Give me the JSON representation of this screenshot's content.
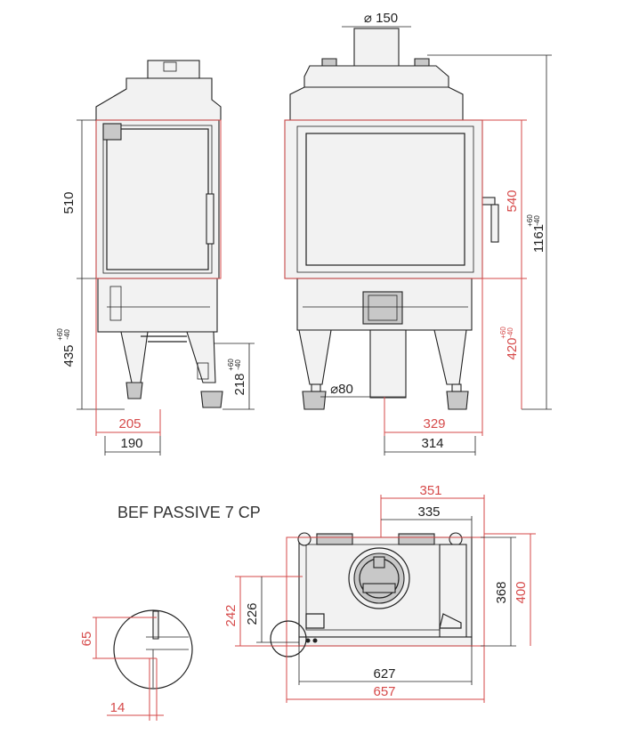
{
  "drawing": {
    "title": "BEF PASSIVE 7 CP",
    "colors": {
      "red": "#d64a4a",
      "black": "#222222"
    },
    "dimensions": {
      "flue_diameter": "150",
      "air_inlet_diameter": "80",
      "side_height": "510",
      "side_base_height": "435",
      "side_base_tol_plus": "+60",
      "side_base_tol_minus": "-40",
      "side_leg_height": "218",
      "side_leg_tol_plus": "+60",
      "side_leg_tol_minus": "-40",
      "side_width_red": "205",
      "side_width": "190",
      "front_glass_height": "540",
      "total_height": "1161",
      "total_tol_plus": "+60",
      "total_tol_minus": "-40",
      "front_base_height": "420",
      "front_base_tol_plus": "+60",
      "front_base_tol_minus": "-40",
      "front_half_red": "329",
      "front_half": "314",
      "plan_top_red": "351",
      "plan_top": "335",
      "plan_depth": "368",
      "plan_depth_red": "400",
      "plan_inner_red": "242",
      "plan_inner": "226",
      "plan_width": "627",
      "plan_width_red": "657",
      "detail_height": "65",
      "detail_width": "14"
    }
  }
}
